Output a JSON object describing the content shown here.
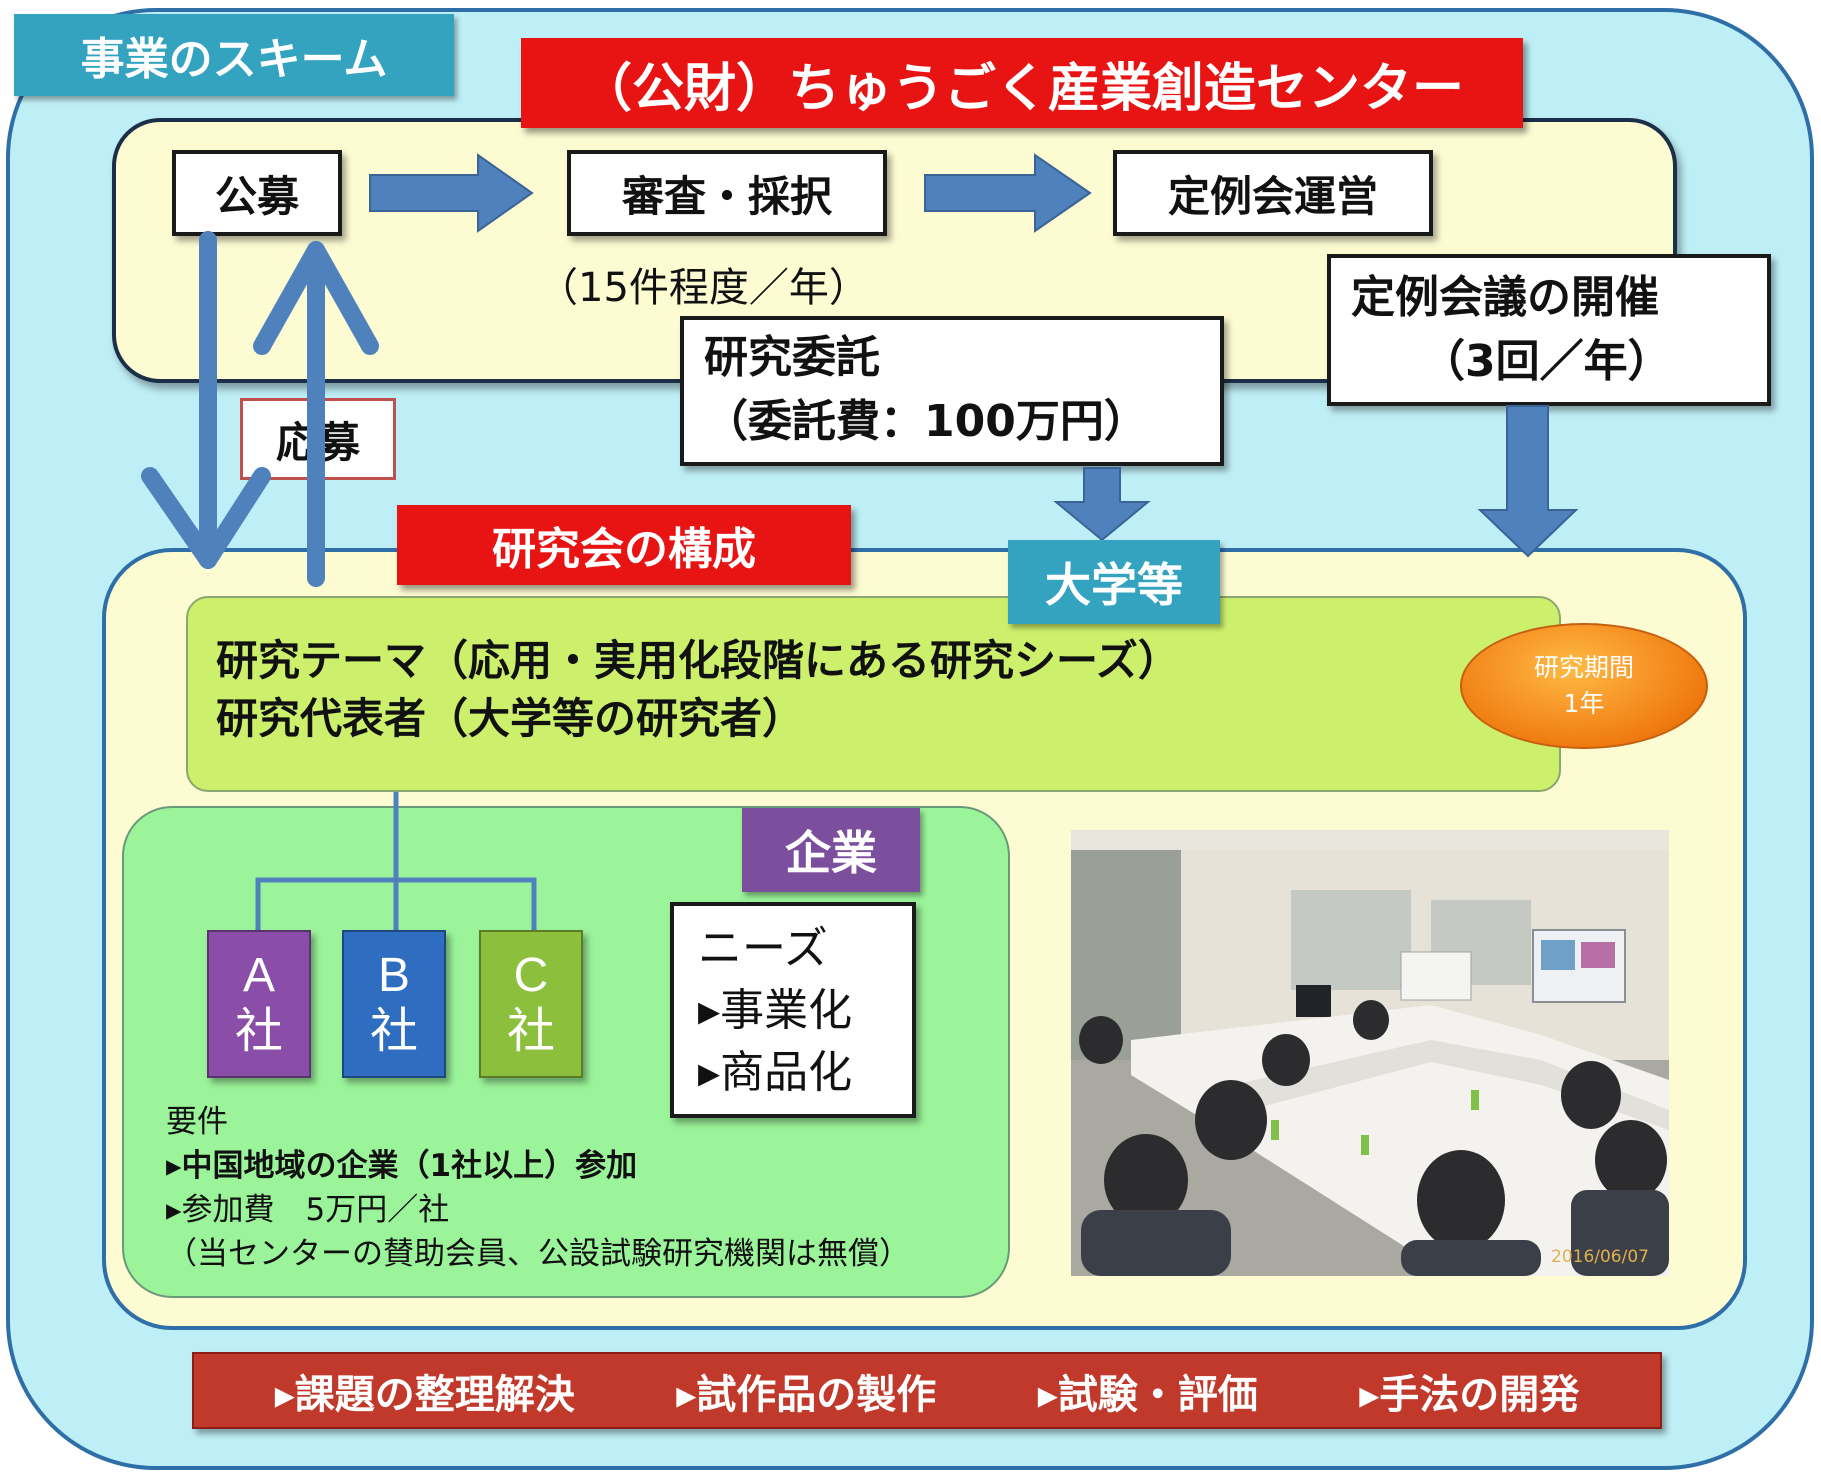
{
  "scheme_title": "事業のスキーム",
  "org_name": "（公財）ちゅうごく産業創造センター",
  "flow": {
    "step1": "公募",
    "step2": "審査・採択",
    "step3": "定例会運営",
    "count_note": "（15件程度／年）"
  },
  "meeting": {
    "line1": "定例会議の開催",
    "line2": "（3回／年）"
  },
  "commission": {
    "line1": "研究委託",
    "line2": "（委託費：100万円）"
  },
  "apply_label": "応募",
  "structure_title": "研究会の構成",
  "university_label": "大学等",
  "theme": {
    "line1": "研究テーマ（応用・実用化段階にある研究シーズ）",
    "line2": "研究代表者（大学等の研究者）"
  },
  "period": {
    "line1": "研究期間",
    "line2": "1年"
  },
  "enterprise_label": "企業",
  "companies": [
    {
      "letter": "A",
      "suffix": "社",
      "color": "#8a4ea8"
    },
    {
      "letter": "B",
      "suffix": "社",
      "color": "#2f6dc0"
    },
    {
      "letter": "C",
      "suffix": "社",
      "color": "#8cbf3c"
    }
  ],
  "needs": {
    "title": "ニーズ",
    "item1": "▸事業化",
    "item2": "▸商品化"
  },
  "requirements": {
    "title": "要件",
    "item1": "▸中国地域の企業（1社以上）参加",
    "item2": "▸参加費　5万円／社",
    "item3": "（当センターの賛助会員、公設試験研究機関は無償）"
  },
  "photo_date": "2016/06/07",
  "activities": [
    "▸課題の整理解決",
    "▸試作品の製作",
    "▸試験・評価",
    "▸手法の開発"
  ],
  "colors": {
    "outer_bg": "#bfeff6",
    "panel_bg": "#fdfbd2",
    "arrow": "#4f81bd",
    "title_red": "#e81414",
    "teal_tag": "#33a3bf",
    "theme_green": "#cdf06c",
    "enterprise_green": "#9bf39a",
    "enterprise_tag": "#7b4f9e",
    "bottom_bar": "#c0392b"
  }
}
